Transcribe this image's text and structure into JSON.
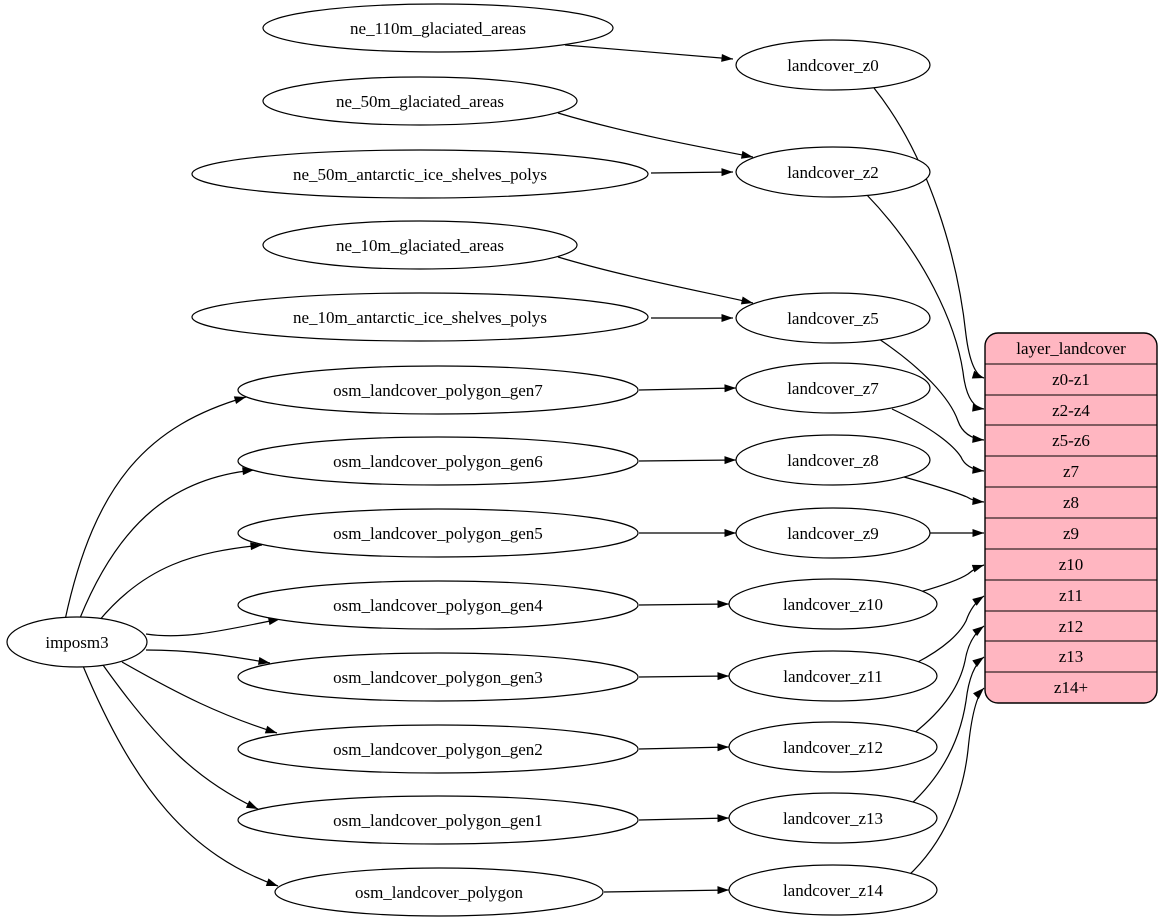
{
  "graph": {
    "root": "imposm3",
    "sources": [
      "ne_110m_glaciated_areas",
      "ne_50m_glaciated_areas",
      "ne_50m_antarctic_ice_shelves_polys",
      "ne_10m_glaciated_areas",
      "ne_10m_antarctic_ice_shelves_polys",
      "osm_landcover_polygon_gen7",
      "osm_landcover_polygon_gen6",
      "osm_landcover_polygon_gen5",
      "osm_landcover_polygon_gen4",
      "osm_landcover_polygon_gen3",
      "osm_landcover_polygon_gen2",
      "osm_landcover_polygon_gen1",
      "osm_landcover_polygon"
    ],
    "layers": [
      "landcover_z0",
      "landcover_z2",
      "landcover_z5",
      "landcover_z7",
      "landcover_z8",
      "landcover_z9",
      "landcover_z10",
      "landcover_z11",
      "landcover_z12",
      "landcover_z13",
      "landcover_z14"
    ],
    "table": {
      "title": "layer_landcover",
      "rows": [
        "z0-z1",
        "z2-z4",
        "z5-z6",
        "z7",
        "z8",
        "z9",
        "z10",
        "z11",
        "z12",
        "z13",
        "z14+"
      ],
      "fill_color": "#ffb6c1",
      "border_color": "#000000"
    },
    "edges": [
      {
        "from": "ne_110m_glaciated_areas",
        "to": "landcover_z0"
      },
      {
        "from": "ne_50m_glaciated_areas",
        "to": "landcover_z2"
      },
      {
        "from": "ne_50m_antarctic_ice_shelves_polys",
        "to": "landcover_z2"
      },
      {
        "from": "ne_10m_glaciated_areas",
        "to": "landcover_z5"
      },
      {
        "from": "ne_10m_antarctic_ice_shelves_polys",
        "to": "landcover_z5"
      },
      {
        "from": "imposm3",
        "to": "osm_landcover_polygon_gen7"
      },
      {
        "from": "imposm3",
        "to": "osm_landcover_polygon_gen6"
      },
      {
        "from": "imposm3",
        "to": "osm_landcover_polygon_gen5"
      },
      {
        "from": "imposm3",
        "to": "osm_landcover_polygon_gen4"
      },
      {
        "from": "imposm3",
        "to": "osm_landcover_polygon_gen3"
      },
      {
        "from": "imposm3",
        "to": "osm_landcover_polygon_gen2"
      },
      {
        "from": "imposm3",
        "to": "osm_landcover_polygon_gen1"
      },
      {
        "from": "imposm3",
        "to": "osm_landcover_polygon"
      },
      {
        "from": "osm_landcover_polygon_gen7",
        "to": "landcover_z7"
      },
      {
        "from": "osm_landcover_polygon_gen6",
        "to": "landcover_z8"
      },
      {
        "from": "osm_landcover_polygon_gen5",
        "to": "landcover_z9"
      },
      {
        "from": "osm_landcover_polygon_gen4",
        "to": "landcover_z10"
      },
      {
        "from": "osm_landcover_polygon_gen3",
        "to": "landcover_z11"
      },
      {
        "from": "osm_landcover_polygon_gen2",
        "to": "landcover_z12"
      },
      {
        "from": "osm_landcover_polygon_gen1",
        "to": "landcover_z13"
      },
      {
        "from": "osm_landcover_polygon",
        "to": "landcover_z14"
      },
      {
        "from": "landcover_z0",
        "to": "layer_landcover:z0-z1"
      },
      {
        "from": "landcover_z2",
        "to": "layer_landcover:z2-z4"
      },
      {
        "from": "landcover_z5",
        "to": "layer_landcover:z5-z6"
      },
      {
        "from": "landcover_z7",
        "to": "layer_landcover:z7"
      },
      {
        "from": "landcover_z8",
        "to": "layer_landcover:z8"
      },
      {
        "from": "landcover_z9",
        "to": "layer_landcover:z9"
      },
      {
        "from": "landcover_z10",
        "to": "layer_landcover:z10"
      },
      {
        "from": "landcover_z11",
        "to": "layer_landcover:z11"
      },
      {
        "from": "landcover_z12",
        "to": "layer_landcover:z12"
      },
      {
        "from": "landcover_z13",
        "to": "layer_landcover:z13"
      },
      {
        "from": "landcover_z14",
        "to": "layer_landcover:z14+"
      }
    ]
  }
}
